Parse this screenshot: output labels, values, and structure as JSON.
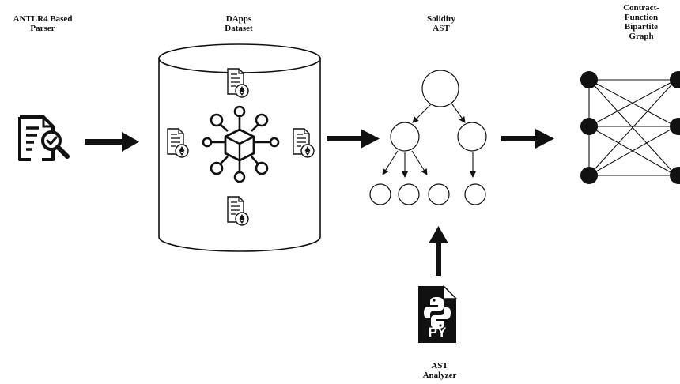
{
  "labels": {
    "parser": [
      "ANTLR4 Based",
      "Parser"
    ],
    "dataset": [
      "DApps",
      "Dataset"
    ],
    "ast": [
      "Solidity",
      "AST"
    ],
    "graph": [
      "Contract-",
      "Function",
      "Bipartite",
      "Graph"
    ],
    "analyzer": [
      "AST",
      "Analyzer"
    ]
  },
  "python_file_badge": "PY",
  "icons": {
    "parser": "document-search-icon",
    "dataset_center": "blockchain-network-icon",
    "contract_doc": "ethereum-document-icon",
    "analyzer": "python-file-icon"
  },
  "colors": {
    "ink": "#111111",
    "background": "#ffffff"
  }
}
